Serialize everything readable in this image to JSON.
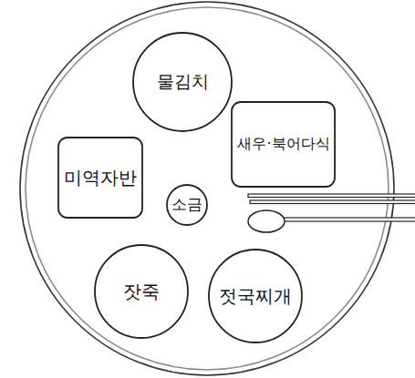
{
  "diagram": {
    "nodes": [
      {
        "text": [
          "물김치"
        ]
      },
      {
        "text": [
          "새우·북어다식"
        ]
      },
      {
        "text": [
          "미역자반"
        ]
      },
      {
        "text": [
          "소금"
        ]
      },
      {
        "text": [
          "잣죽"
        ]
      },
      {
        "text": [
          "젓국찌개"
        ]
      }
    ]
  }
}
